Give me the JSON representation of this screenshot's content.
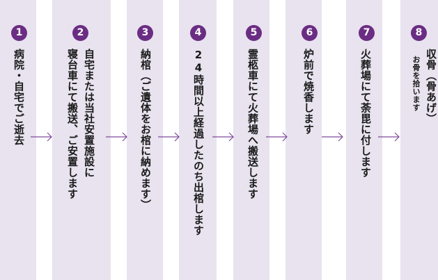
{
  "steps": [
    {
      "num": "1",
      "lines": [
        "病院・自宅でご逝去"
      ]
    },
    {
      "num": "2",
      "lines": [
        "自宅または当社安置施設に",
        "寝台車にて搬送、ご安置します"
      ]
    },
    {
      "num": "3",
      "lines": [
        "納棺（ご遺体をお棺に納めます）"
      ]
    },
    {
      "num": "4",
      "lines": [
        "24時間以上経過したのち出棺します"
      ]
    },
    {
      "num": "5",
      "lines": [
        "霊柩車にて火葬場へ搬送します"
      ]
    },
    {
      "num": "6",
      "lines": [
        "炉前で焼香します"
      ]
    },
    {
      "num": "7",
      "lines": [
        "火葬場にて荼毘に付します"
      ]
    },
    {
      "num": "8",
      "lines": [
        "収骨（骨あげ）"
      ],
      "sub": "お骨を拾います"
    }
  ],
  "colors": {
    "column": "#e8e3ef",
    "badge": "#6b2d83",
    "arrow": "#7e4a9b"
  }
}
